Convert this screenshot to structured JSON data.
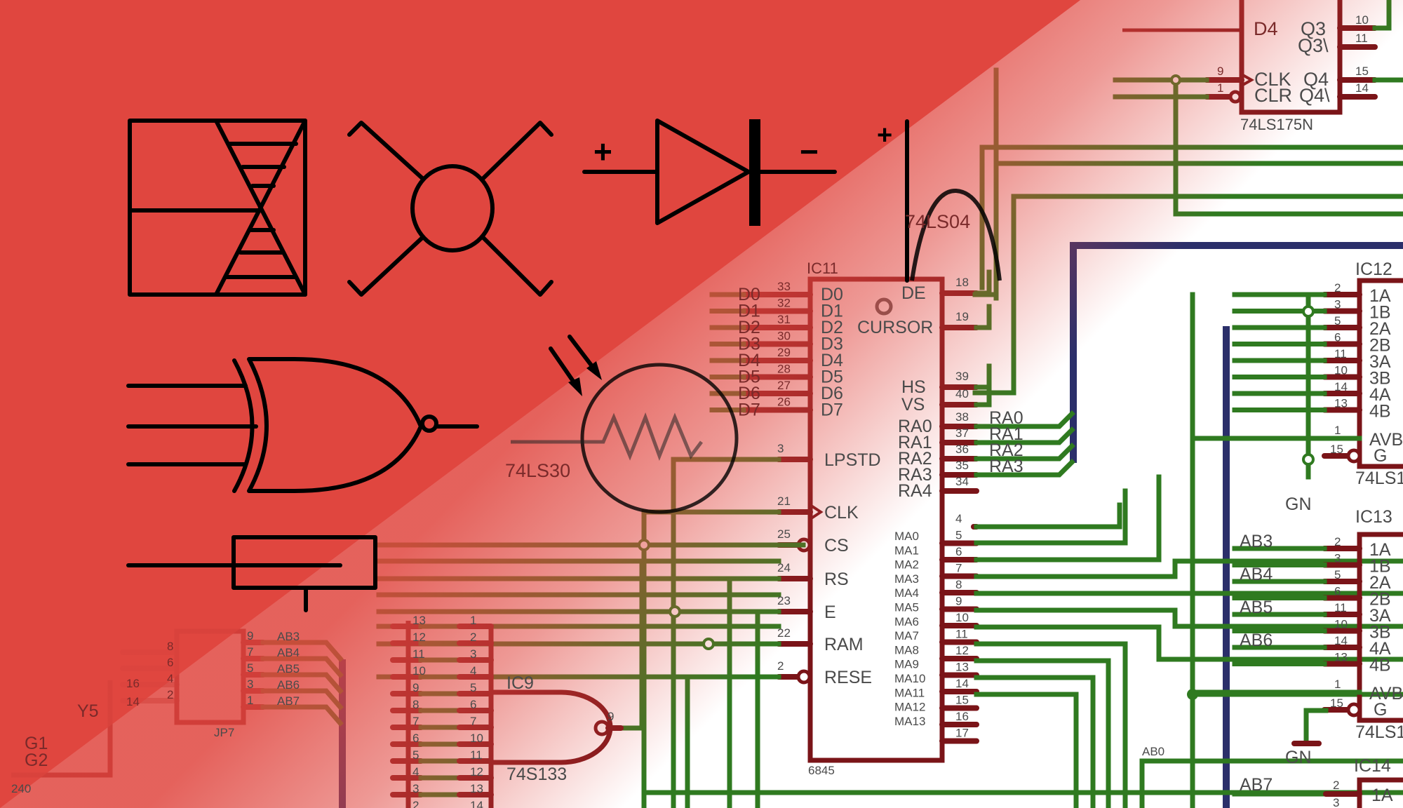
{
  "diagram": {
    "title": "Electronic schematic symbols over circuit diagram",
    "colors": {
      "overlay": "#e0463f",
      "wire": "#2f7a20",
      "pin": "#7a1418",
      "bus": "#2b2f6a",
      "symbol": "#000000"
    },
    "symbols": {
      "diode": {
        "plus": "+",
        "minus": "−"
      },
      "cap": {
        "plus": "+"
      }
    },
    "ic_top": {
      "part": "74LS175N",
      "left_pins": [
        {
          "num": "9",
          "name": "CLK"
        },
        {
          "num": "1",
          "name": "CLR"
        }
      ],
      "left_labels": [
        "D4"
      ],
      "right_pins": [
        {
          "num": "10",
          "name": "Q3"
        },
        {
          "num": "11",
          "name": "Q3\\"
        },
        {
          "num": "15",
          "name": "Q4"
        },
        {
          "num": "14",
          "name": "Q4\\"
        }
      ]
    },
    "gate_ghost": {
      "part": "74LS04"
    },
    "nand_ghost": {
      "part": "74LS30"
    },
    "crtc": {
      "ref": "IC11",
      "part": "6845",
      "data_pins": [
        {
          "num": "33",
          "name": "D0"
        },
        {
          "num": "32",
          "name": "D1"
        },
        {
          "num": "31",
          "name": "D2"
        },
        {
          "num": "30",
          "name": "D3"
        },
        {
          "num": "29",
          "name": "D4"
        },
        {
          "num": "28",
          "name": "D5"
        },
        {
          "num": "27",
          "name": "D6"
        },
        {
          "num": "26",
          "name": "D7"
        }
      ],
      "data_net_labels": [
        "D0",
        "D1",
        "D2",
        "D3",
        "D4",
        "D5",
        "D6",
        "D7"
      ],
      "left_pins": [
        {
          "num": "3",
          "name": "LPSTD"
        },
        {
          "num": "21",
          "name": "CLK"
        },
        {
          "num": "25",
          "name": "CS"
        },
        {
          "num": "24",
          "name": "RS"
        },
        {
          "num": "23",
          "name": "E"
        },
        {
          "num": "22",
          "name": "RAM"
        },
        {
          "num": "2",
          "name": "RESE"
        }
      ],
      "right_top": [
        {
          "num": "18",
          "name": "DE"
        },
        {
          "num": "19",
          "name": "CURSOR"
        },
        {
          "num": "39",
          "name": "HS"
        },
        {
          "num": "40",
          "name": "VS"
        }
      ],
      "ra_pins": [
        {
          "num": "38",
          "name": "RA0"
        },
        {
          "num": "37",
          "name": "RA1"
        },
        {
          "num": "36",
          "name": "RA2"
        },
        {
          "num": "35",
          "name": "RA3"
        },
        {
          "num": "34",
          "name": "RA4"
        }
      ],
      "ra_net_labels": [
        "RA0",
        "RA1",
        "RA2",
        "RA3"
      ],
      "ma_nums": [
        "4",
        "5",
        "6",
        "7",
        "8",
        "9",
        "10",
        "11",
        "12",
        "13",
        "14",
        "15",
        "16",
        "17"
      ],
      "ma_names": [
        "MA0",
        "MA1",
        "MA2",
        "MA3",
        "MA4",
        "MA5",
        "MA6",
        "MA7",
        "MA8",
        "MA9",
        "MA10",
        "MA11",
        "MA12",
        "MA13"
      ]
    },
    "ic9": {
      "ref": "IC9",
      "part": "74S133",
      "out_pin": "9",
      "left_nums": [
        "13",
        "12",
        "11",
        "10",
        "9",
        "8",
        "7",
        "6",
        "5",
        "4",
        "3",
        "2"
      ],
      "right_nums": [
        "1",
        "2",
        "3",
        "4",
        "5",
        "6",
        "7",
        "10",
        "11",
        "12",
        "13",
        "14"
      ]
    },
    "jp7": {
      "ref": "JP7",
      "pins": [
        "9",
        "7",
        "5",
        "3",
        "1"
      ],
      "left_pins": [
        "8",
        "6",
        "4",
        "2"
      ],
      "net_labels": [
        "AB3",
        "AB4",
        "AB5",
        "AB6",
        "AB7"
      ]
    },
    "ic240": {
      "part": "240",
      "pins": [
        "G1",
        "G2",
        "Y5"
      ],
      "nums": [
        "16",
        "14"
      ]
    },
    "mux": {
      "ic12": {
        "ref": "IC12",
        "part": "74LS1",
        "pins": [
          "2",
          "3",
          "5",
          "6",
          "11",
          "10",
          "14",
          "13"
        ],
        "names": [
          "1A",
          "1B",
          "2A",
          "2B",
          "3A",
          "3B",
          "4A",
          "4B"
        ],
        "ctrl_nums": [
          "1",
          "15"
        ],
        "ctrl_names": [
          "AVB",
          "G"
        ]
      },
      "ic13": {
        "ref": "IC13",
        "part": "74LS1",
        "pins": [
          "2",
          "3",
          "5",
          "6",
          "11",
          "10",
          "14",
          "13"
        ],
        "names": [
          "1A",
          "1B",
          "2A",
          "2B",
          "3A",
          "3B",
          "4A",
          "4B"
        ],
        "ctrl_nums": [
          "1",
          "15"
        ],
        "ctrl_names": [
          "AVB",
          "G"
        ],
        "net_labels": [
          "AB3",
          "AB4",
          "AB5",
          "AB6"
        ]
      },
      "ic14": {
        "ref": "IC14",
        "pins": [
          "2",
          "3"
        ],
        "names": [
          "1A"
        ],
        "net_labels": [
          "AB7"
        ]
      },
      "gnd_labels": [
        "GN",
        "GN"
      ],
      "ab0_label": "AB0"
    }
  }
}
